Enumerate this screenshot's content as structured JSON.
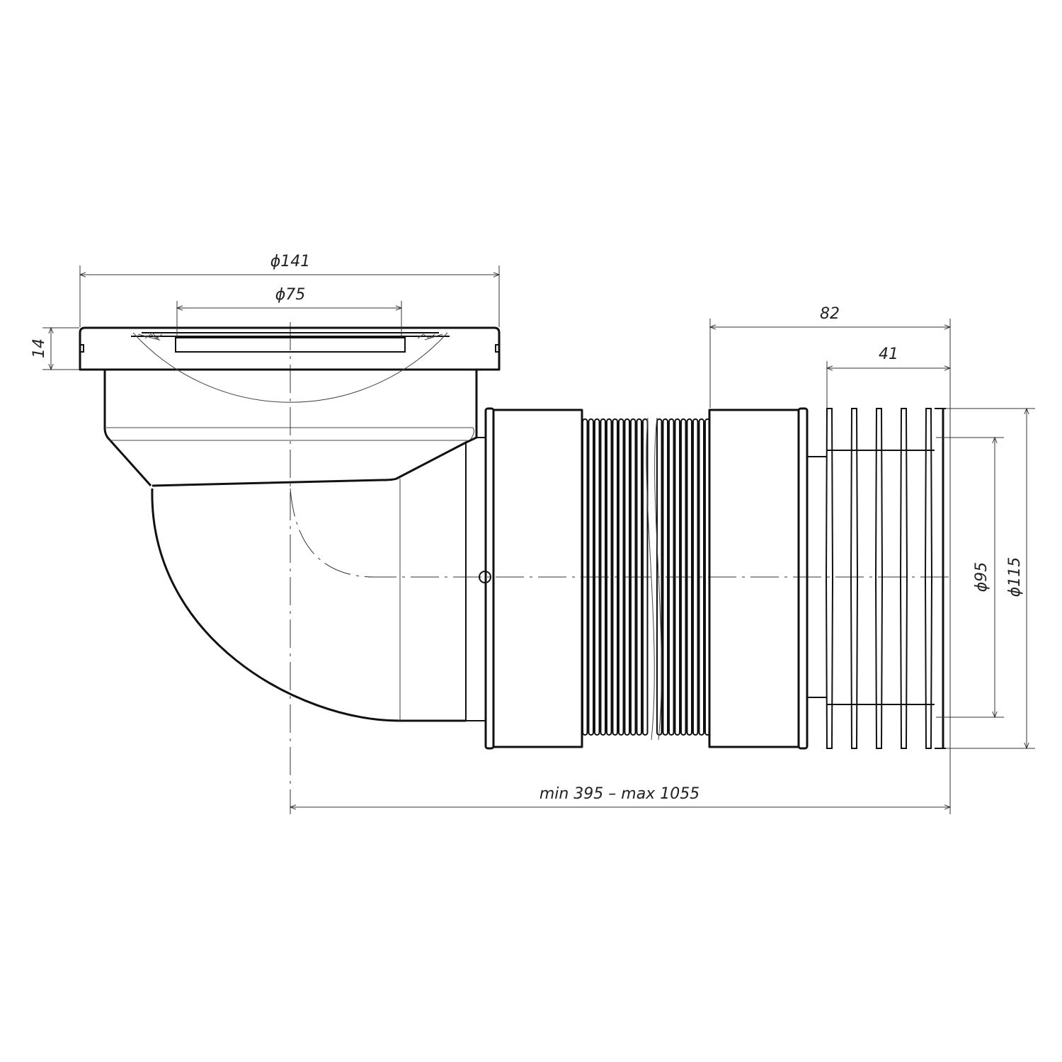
{
  "dimensions": {
    "flange_diameter": "ϕ141",
    "inlet_diameter": "ϕ75",
    "flange_height": "14",
    "outlet_length": "82",
    "outlet_fin_length": "41",
    "outlet_inner_diameter": "ϕ95",
    "outlet_outer_diameter": "ϕ115",
    "total_length": "min 395 – max 1055"
  }
}
